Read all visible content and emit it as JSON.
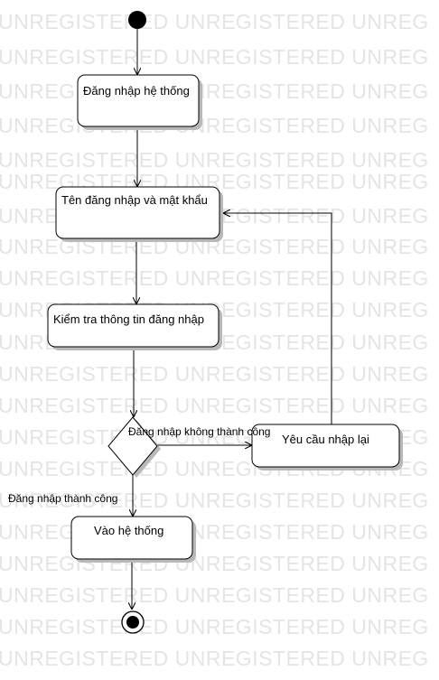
{
  "watermark": {
    "text": "UNREGISTERED UNREGISTERED UNREG",
    "color": "#e4e4e4"
  },
  "nodes": {
    "initial": {
      "type": "initial-node"
    },
    "login_system": {
      "label": "Đăng nhập hệ thống"
    },
    "credentials": {
      "label": "Tên đăng nhập và mật khẩu"
    },
    "check_info": {
      "label": "Kiểm tra thông tin đăng nhập"
    },
    "decision": {
      "type": "decision-node"
    },
    "retry": {
      "label": "Yêu cầu nhập lại"
    },
    "enter_system": {
      "label": "Vào hệ thống"
    },
    "final": {
      "type": "final-node"
    }
  },
  "edges": {
    "fail_label": "Đăng nhập không thành công",
    "success_label": "Đăng nhập thành công"
  }
}
